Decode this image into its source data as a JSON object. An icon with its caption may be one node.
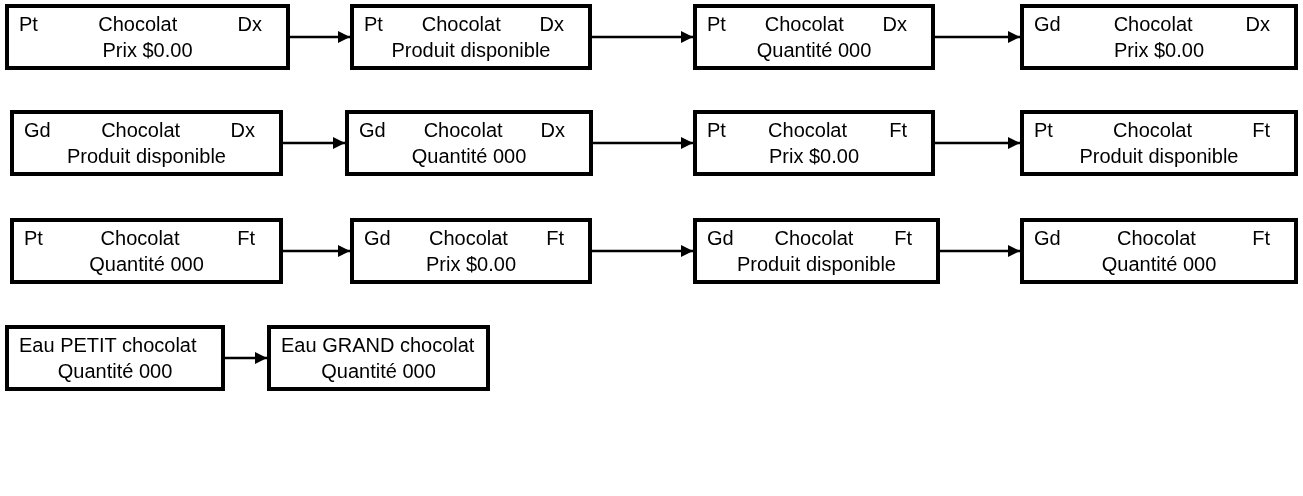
{
  "diagram": {
    "nodes": [
      {
        "text": [
          "Pt",
          "Chocolat",
          "Dx",
          "Prix $0.00"
        ]
      },
      {
        "text": [
          "Pt",
          "Chocolat",
          "Dx",
          "Produit disponible"
        ]
      },
      {
        "text": [
          "Pt",
          "Chocolat",
          "Dx",
          "Quantité 000"
        ]
      },
      {
        "text": [
          "Gd",
          "Chocolat",
          "Dx",
          "Prix $0.00"
        ]
      },
      {
        "text": [
          "Gd",
          "Chocolat",
          "Dx",
          "Produit disponible"
        ]
      },
      {
        "text": [
          "Gd",
          "Chocolat",
          "Dx",
          "Quantité 000"
        ]
      },
      {
        "text": [
          "Pt",
          "Chocolat",
          "Ft",
          "Prix $0.00"
        ]
      },
      {
        "text": [
          "Pt",
          "Chocolat",
          "Ft",
          "Produit disponible"
        ]
      },
      {
        "text": [
          "Pt",
          "Chocolat",
          "Ft",
          "Quantité 000"
        ]
      },
      {
        "text": [
          "Gd",
          "Chocolat",
          "Ft",
          "Prix $0.00"
        ]
      },
      {
        "text": [
          "Gd",
          "Chocolat",
          "Ft",
          "Produit disponible"
        ]
      },
      {
        "text": [
          "Gd",
          "Chocolat",
          "Ft",
          "Quantité 000"
        ]
      },
      {
        "text": [
          "Eau PETIT chocolat",
          "Quantité 000"
        ]
      },
      {
        "text": [
          "Eau GRAND chocolat",
          "Quantité 000"
        ]
      }
    ],
    "edges": [
      {
        "from": 0,
        "to": 1,
        "arrow": "to"
      },
      {
        "from": 1,
        "to": 2,
        "arrow": "to"
      },
      {
        "from": 2,
        "to": 3,
        "arrow": "to"
      },
      {
        "from": 4,
        "to": 5,
        "arrow": "to"
      },
      {
        "from": 5,
        "to": 6,
        "arrow": "to"
      },
      {
        "from": 6,
        "to": 7,
        "arrow": "to"
      },
      {
        "from": 8,
        "to": 9,
        "arrow": "to"
      },
      {
        "from": 9,
        "to": 10,
        "arrow": "to"
      },
      {
        "from": 10,
        "to": 11,
        "arrow": "to"
      },
      {
        "from": 12,
        "to": 13,
        "arrow": "to"
      }
    ]
  }
}
